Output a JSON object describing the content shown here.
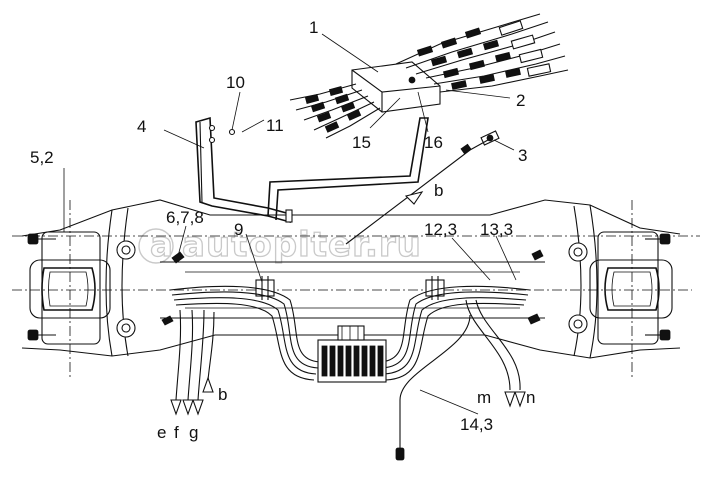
{
  "watermark": "autopiter.ru",
  "callouts": {
    "c1": "1",
    "c2": "2",
    "c3": "3",
    "c4": "4",
    "c5_2": "5,2",
    "c6_7_8": "6,7,8",
    "c9": "9",
    "c10": "10",
    "c11": "11",
    "c12_3": "12,3",
    "c13_3": "13,3",
    "c14_3": "14,3",
    "c15": "15",
    "c16": "16"
  },
  "line_labels": {
    "b_upper": "b",
    "b_lower": "b",
    "e": "e",
    "f": "f",
    "g": "g",
    "m": "m",
    "n": "n"
  }
}
